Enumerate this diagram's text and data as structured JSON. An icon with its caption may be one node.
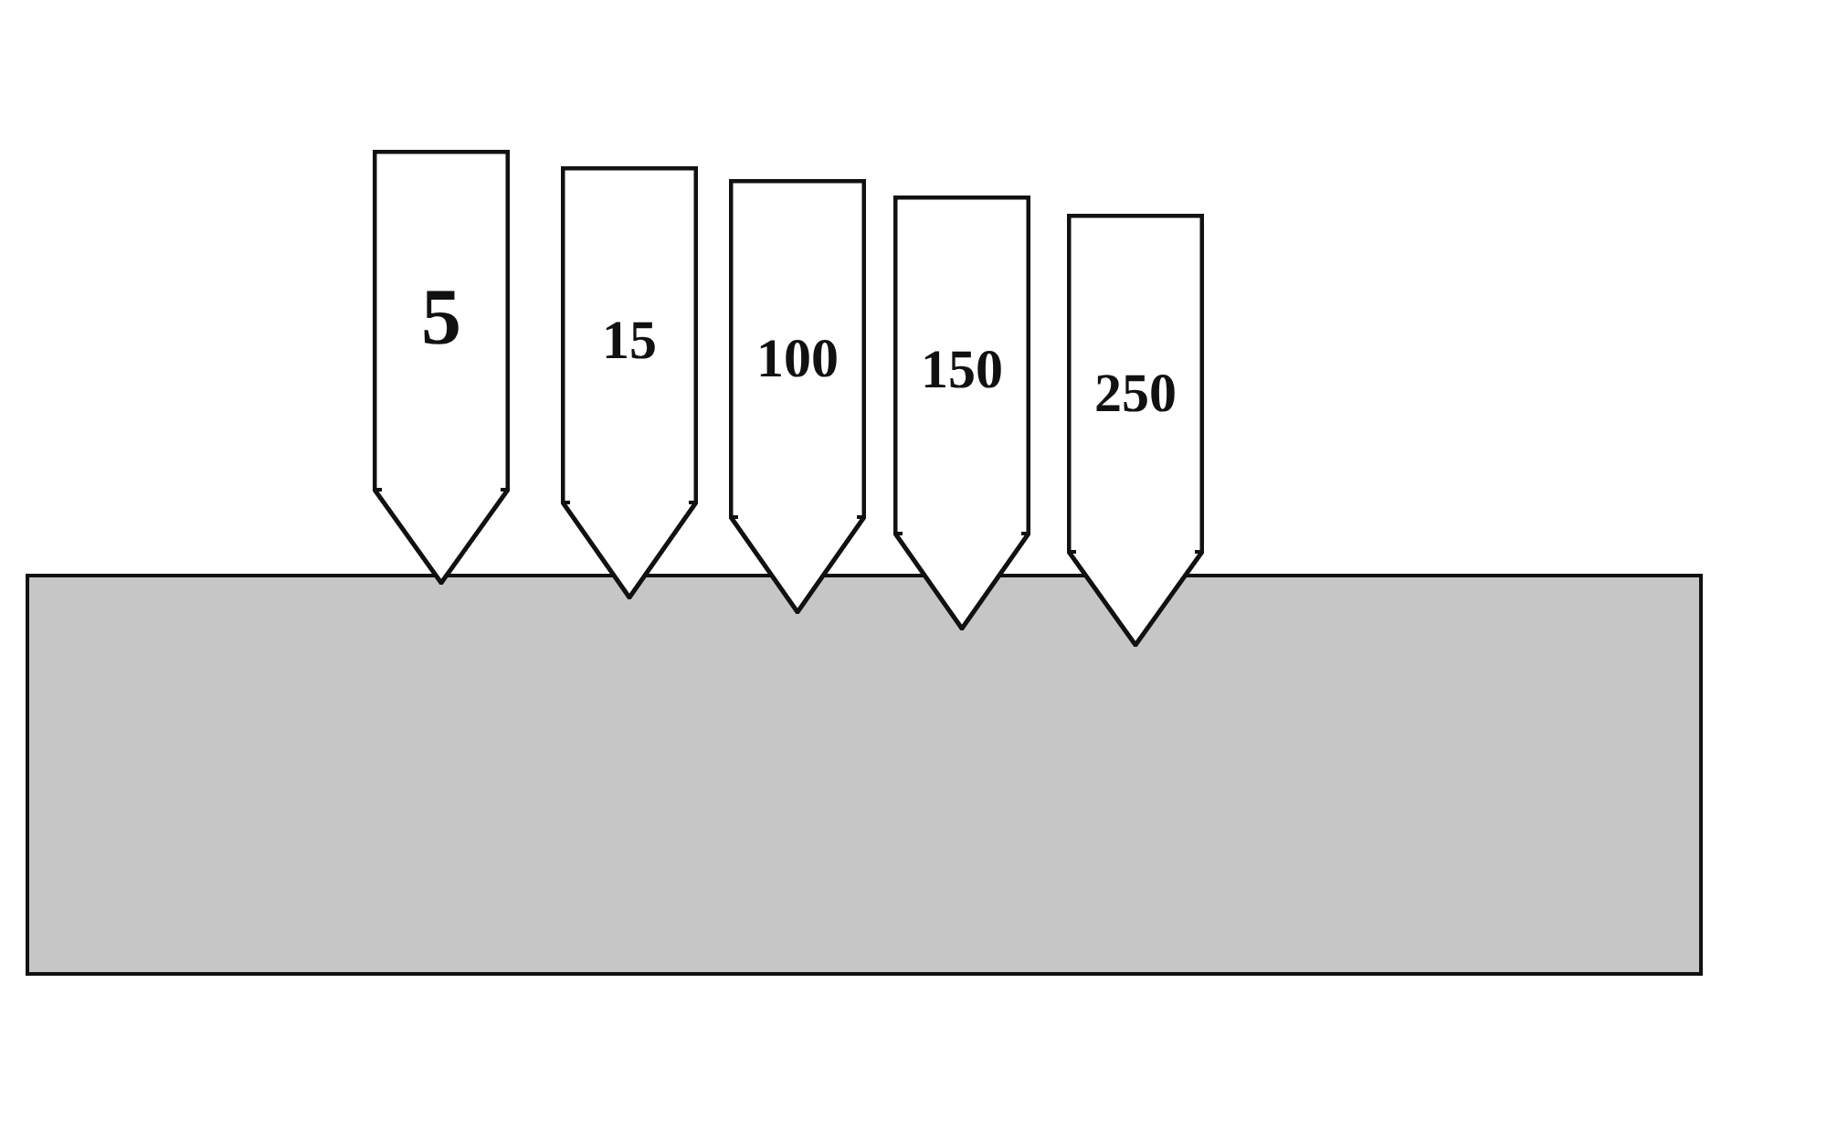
{
  "diagram": {
    "nodes": [
      {
        "text": [
          "5"
        ]
      },
      {
        "text": [
          "15"
        ]
      },
      {
        "text": [
          "100"
        ]
      },
      {
        "text": [
          "150"
        ]
      },
      {
        "text": [
          "250"
        ]
      },
      {
        "text": [],
        "shape": "box"
      }
    ]
  }
}
